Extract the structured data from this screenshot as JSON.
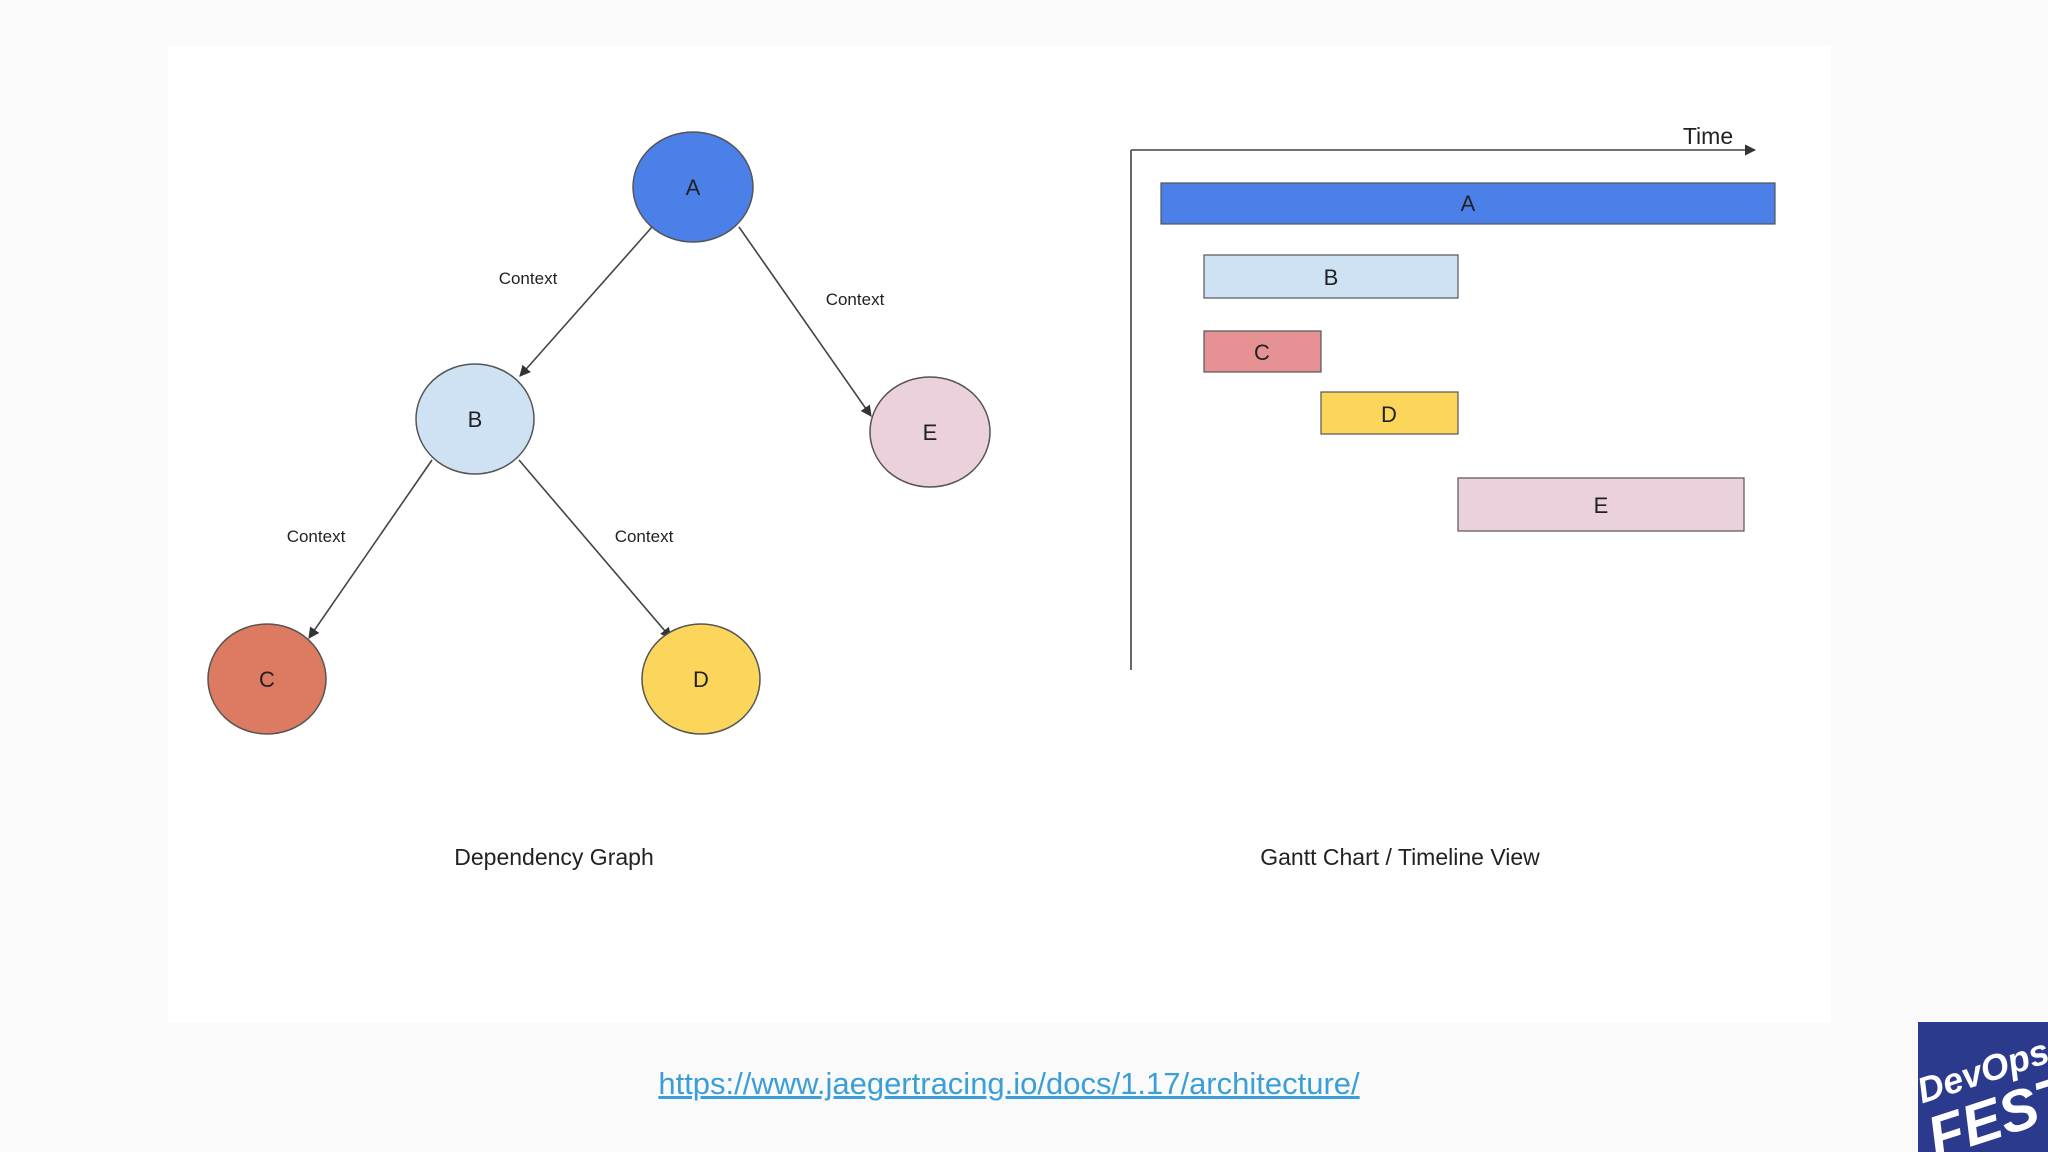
{
  "graph": {
    "caption": "Dependency Graph",
    "nodes": [
      {
        "id": "A",
        "label": "A",
        "color": "#4a80e8"
      },
      {
        "id": "B",
        "label": "B",
        "color": "#cfe2f3"
      },
      {
        "id": "C",
        "label": "C",
        "color": "#dd7a62"
      },
      {
        "id": "D",
        "label": "D",
        "color": "#fcd65a"
      },
      {
        "id": "E",
        "label": "E",
        "color": "#ead1dc"
      }
    ],
    "edges": [
      {
        "from": "A",
        "to": "B",
        "label": "Context"
      },
      {
        "from": "A",
        "to": "E",
        "label": "Context"
      },
      {
        "from": "B",
        "to": "C",
        "label": "Context"
      },
      {
        "from": "B",
        "to": "D",
        "label": "Context"
      }
    ]
  },
  "gantt": {
    "caption": "Gantt Chart / Timeline View",
    "axis_label": "Time",
    "bars": [
      {
        "label": "A",
        "color": "#4a80e8"
      },
      {
        "label": "B",
        "color": "#cfe2f3"
      },
      {
        "label": "C",
        "color": "#e69295"
      },
      {
        "label": "D",
        "color": "#fcd65a"
      },
      {
        "label": "E",
        "color": "#ead1dc"
      }
    ]
  },
  "footer": {
    "link": "https://www.jaegertracing.io/docs/1.17/architecture/"
  },
  "logo": {
    "line1": "DevOps",
    "line2": "FEST",
    "background": "#2b3a8c",
    "text_color": "#ffffff"
  }
}
